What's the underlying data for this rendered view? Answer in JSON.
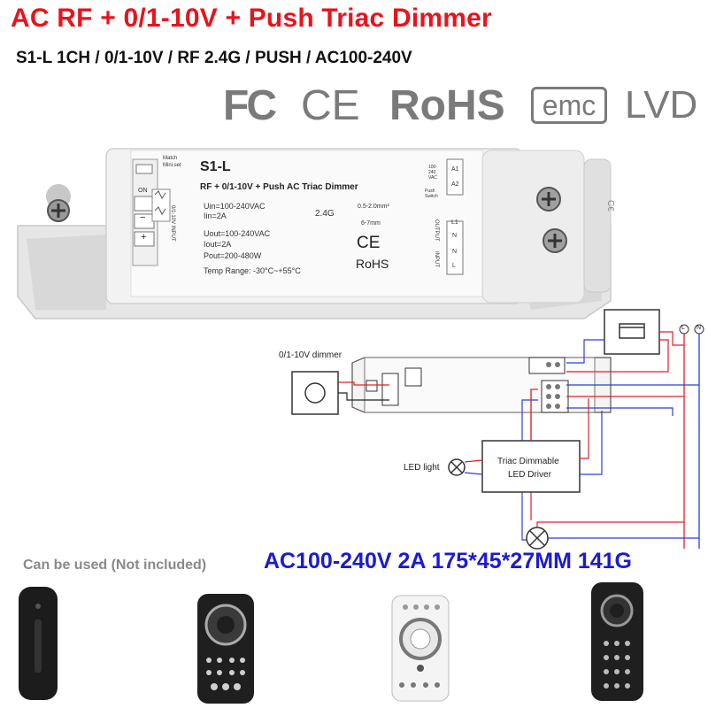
{
  "title": "AC RF + 0/1-10V + Push Triac Dimmer",
  "subtitle": "S1-L 1CH / 0/1-10V / RF 2.4G / PUSH / AC100-240V",
  "certifications": [
    "FC",
    "CE",
    "RoHS",
    "emc",
    "LVD"
  ],
  "device": {
    "model": "S1-L",
    "description": "RF + 0/1-10V + Push AC Triac Dimmer",
    "uin": "Uin=100-240VAC",
    "iin": "Iin=2A",
    "uout": "Uout=100-240VAC",
    "iout": "Iout=2A",
    "pout": "Pout=200-480W",
    "temp": "Temp Range: -30°C~+55°C",
    "rf": "2.4G",
    "wire_size": "0.5-2.0mm²",
    "strip_length": "6-7mm",
    "ce": "CE",
    "rohs": "RoHS",
    "match_label": "Match",
    "mini_set_label": "Mini set",
    "on_label": "ON",
    "input_side_label": "0/1-10V INPUT",
    "minus": "−",
    "plus": "+",
    "a1": "A1",
    "a2": "A2",
    "push_label": "Push Switch",
    "vac_label": "100-240 VAC",
    "output_label": "OUTPUT",
    "input_label": "INPUT",
    "l1": "L1",
    "n1": "N",
    "n2": "N",
    "l2": "L",
    "side_mark": "C€"
  },
  "diagram": {
    "dimmer_label": "0/1-10V dimmer",
    "led_light_label": "LED light",
    "driver_label_line1": "Triac Dimmable",
    "driver_label_line2": "LED Driver",
    "l_label": "L",
    "n_label": "N"
  },
  "spec_line": "AC100-240V 2A 175*45*27MM 141G",
  "remotes_caption": "Can be used (Not included)",
  "colors": {
    "title": "#e8141c",
    "spec": "#1a1ad6",
    "wire_red": "#e0202a",
    "wire_blue": "#2a3fd8",
    "cert_gray": "#7a7a7a"
  }
}
